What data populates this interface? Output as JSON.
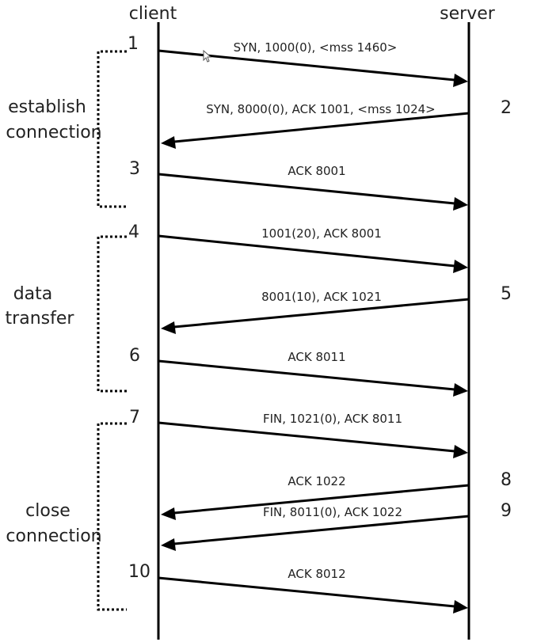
{
  "actors": {
    "client": "client",
    "server": "server"
  },
  "messages": [
    {
      "step": "1",
      "label": "SYN, 1000(0), <mss 1460>",
      "direction": "client-to-server"
    },
    {
      "step": "2",
      "label": "SYN, 8000(0), ACK 1001, <mss 1024>",
      "direction": "server-to-client"
    },
    {
      "step": "3",
      "label": "ACK 8001",
      "direction": "client-to-server"
    },
    {
      "step": "4",
      "label": "1001(20), ACK 8001",
      "direction": "client-to-server"
    },
    {
      "step": "5",
      "label": "8001(10), ACK 1021",
      "direction": "server-to-client"
    },
    {
      "step": "6",
      "label": "ACK 8011",
      "direction": "client-to-server"
    },
    {
      "step": "7",
      "label": "FIN, 1021(0), ACK 8011",
      "direction": "client-to-server"
    },
    {
      "step": "8",
      "label": "ACK 1022",
      "direction": "server-to-client"
    },
    {
      "step": "9",
      "label": "FIN, 8011(0), ACK 1022",
      "direction": "server-to-client"
    },
    {
      "step": "10",
      "label": "ACK 8012",
      "direction": "client-to-server"
    }
  ],
  "phases": [
    {
      "lines": [
        "establish",
        "connection"
      ]
    },
    {
      "lines": [
        "data",
        "transfer"
      ]
    },
    {
      "lines": [
        "close",
        "connection"
      ]
    }
  ]
}
